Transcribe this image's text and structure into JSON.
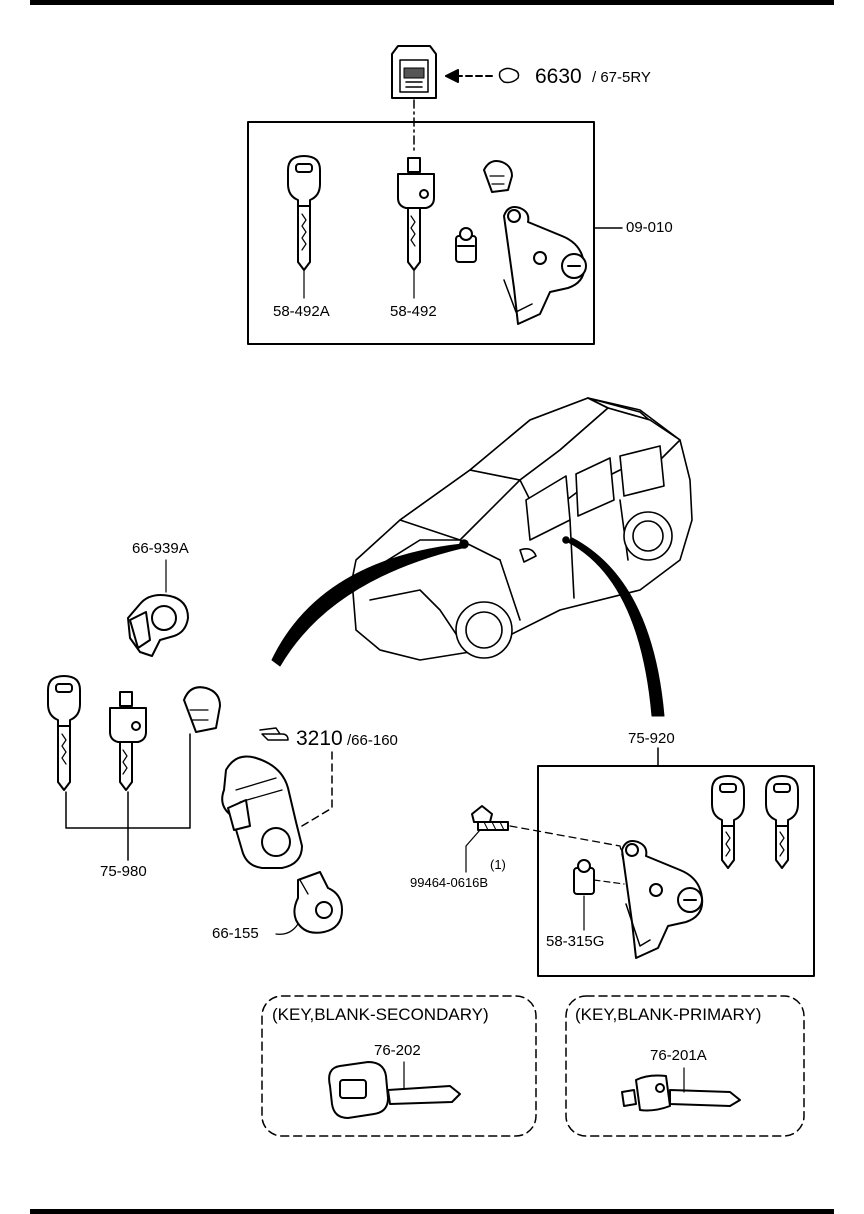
{
  "top_assembly": {
    "ref_number": "6630",
    "ref_suffix": "/ 67-5RY",
    "assembly_label": "09-010",
    "key_a_label": "58-492A",
    "key_b_label": "58-492"
  },
  "left_group": {
    "housing_label": "66-939A",
    "keyset_label": "75-980",
    "ref_number": "3210",
    "ref_suffix": "/66-160",
    "cylinder_label": "66-155"
  },
  "right_assembly": {
    "assembly_label": "75-920",
    "bolt_label": "99464-0616B",
    "bolt_qty": "(1)",
    "clip_label": "58-315G"
  },
  "blank_secondary": {
    "title": "(KEY,BLANK-SECONDARY)",
    "part_label": "76-202"
  },
  "blank_primary": {
    "title": "(KEY,BLANK-PRIMARY)",
    "part_label": "76-201A"
  }
}
